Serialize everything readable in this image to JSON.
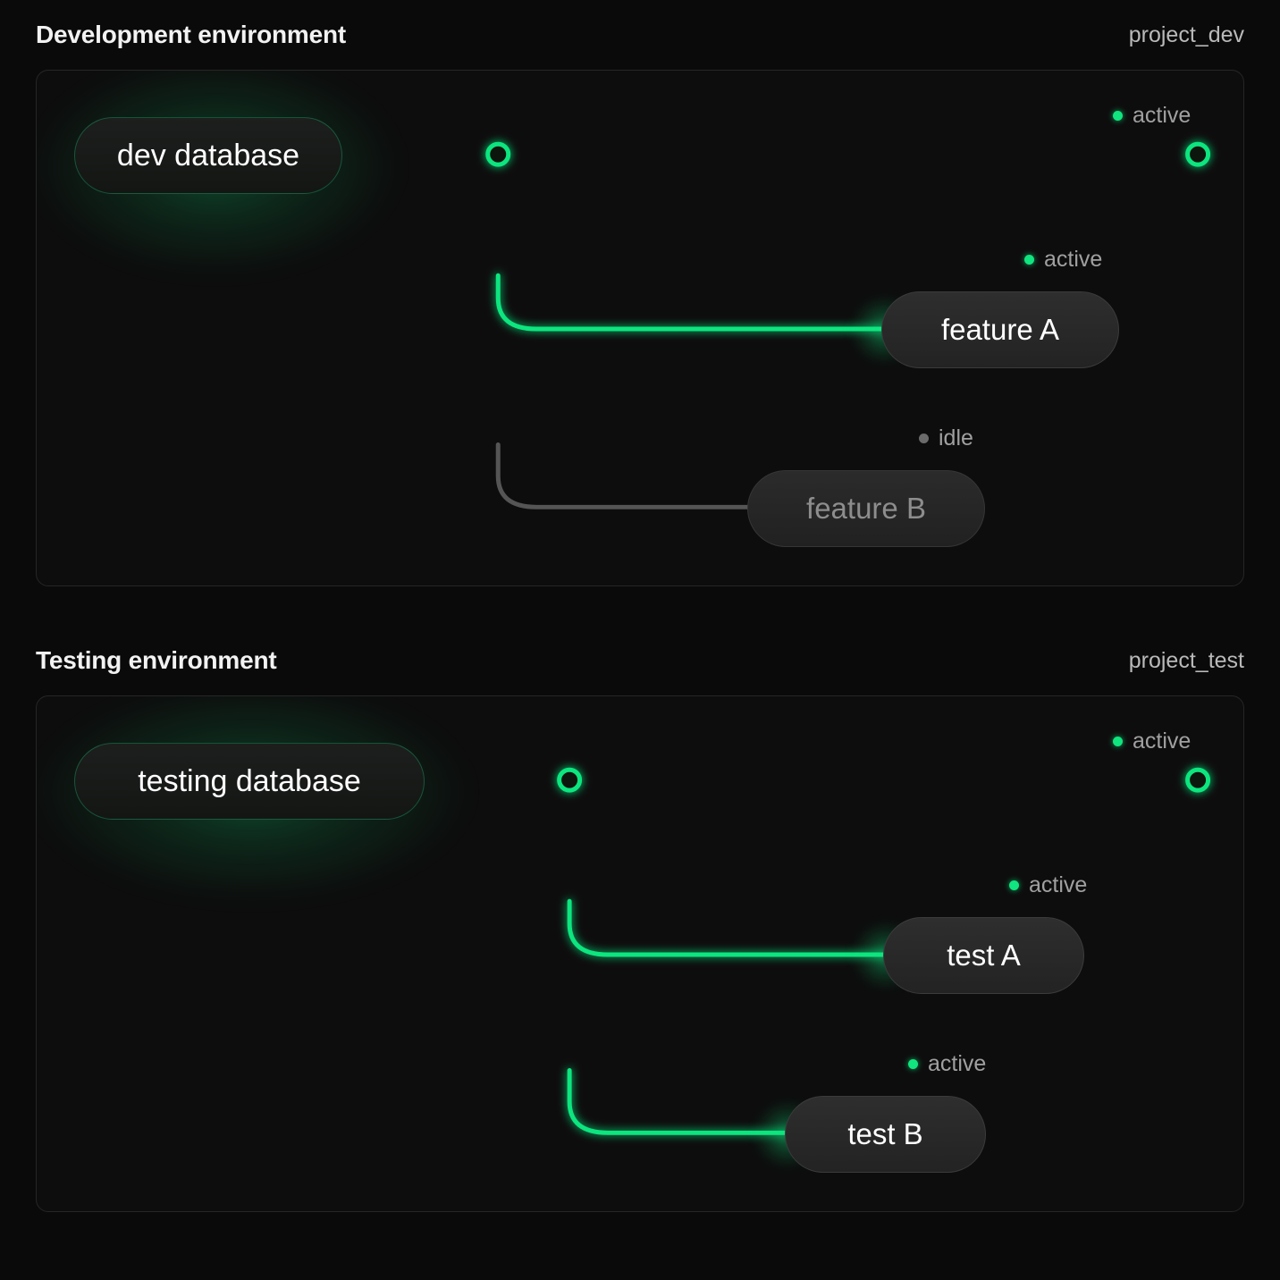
{
  "theme": {
    "background": "#0a0a0a",
    "panel_bg": "#0d0d0d",
    "panel_border": "#262626",
    "accent_green": "#10e57f",
    "idle_gray": "#555555",
    "title_color": "#f2f2f2",
    "muted_text": "#a0a0a0"
  },
  "sections": [
    {
      "id": "dev",
      "title": "Development environment",
      "project": "project_dev",
      "source": {
        "label": "dev database",
        "status": "active"
      },
      "trunk_status": "active",
      "terminal_status": {
        "label": "active",
        "state": "active"
      },
      "branches": [
        {
          "label": "feature A",
          "status": "active",
          "status_label": "active"
        },
        {
          "label": "feature B",
          "status": "idle",
          "status_label": "idle"
        }
      ]
    },
    {
      "id": "test",
      "title": "Testing environment",
      "project": "project_test",
      "source": {
        "label": "testing database",
        "status": "active"
      },
      "trunk_status": "active",
      "terminal_status": {
        "label": "active",
        "state": "active"
      },
      "branches": [
        {
          "label": "test A",
          "status": "active",
          "status_label": "active"
        },
        {
          "label": "test B",
          "status": "active",
          "status_label": "active"
        }
      ]
    }
  ]
}
